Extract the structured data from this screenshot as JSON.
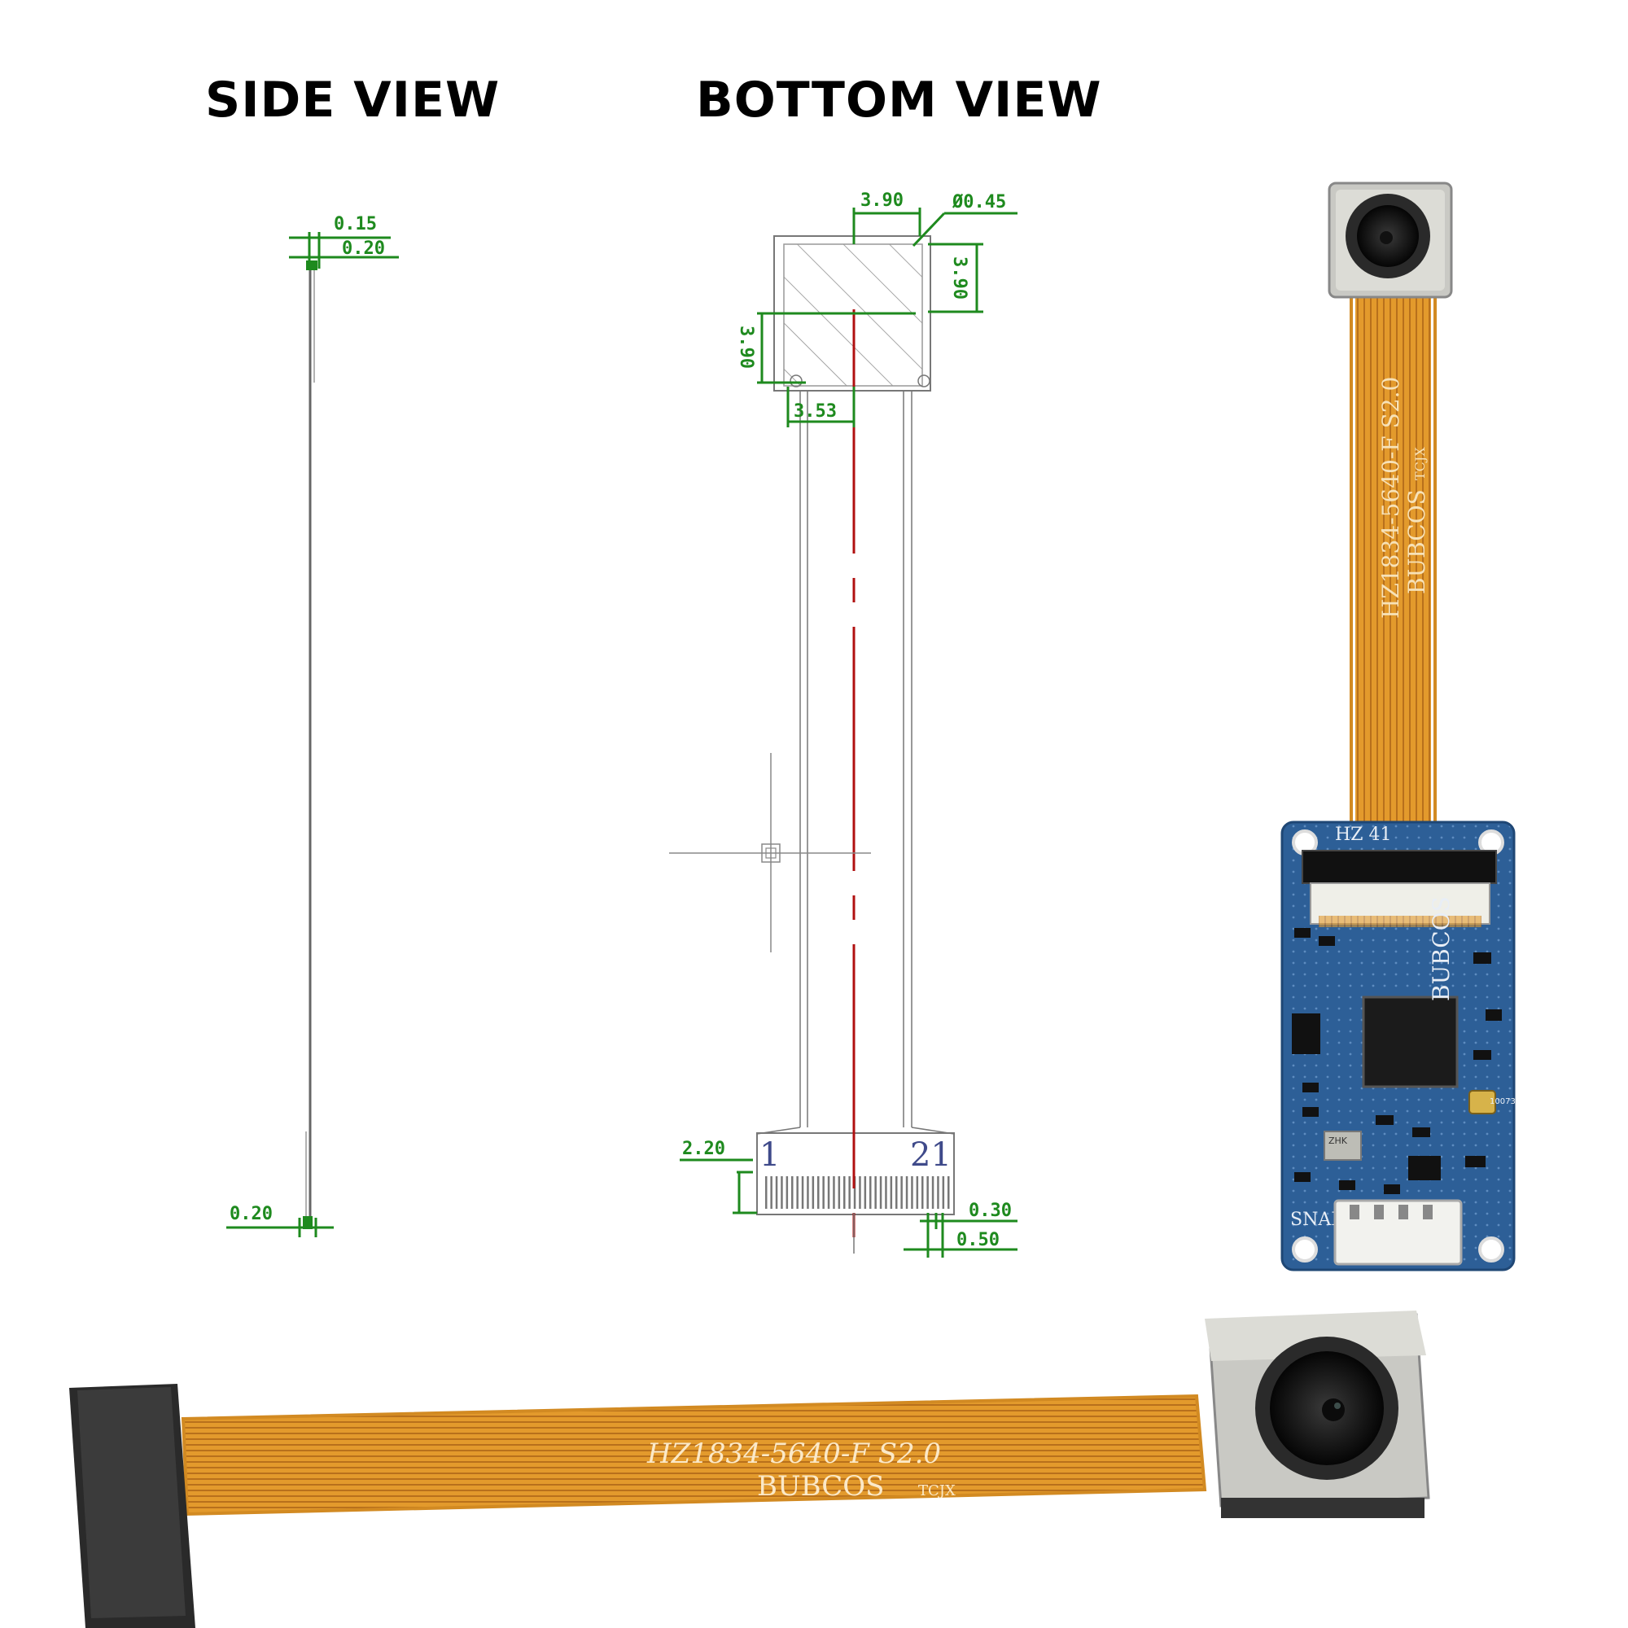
{
  "titles": {
    "side_view": "SIDE VIEW",
    "bottom_view": "BOTTOM VIEW"
  },
  "side_dims": {
    "d1": "0.15",
    "d2": "0.20",
    "d3": "0.20"
  },
  "bottom_dims": {
    "w": "3.90",
    "dia": "Ø0.45",
    "h_right": "3.90",
    "h_left": "3.90",
    "offset": "3.53",
    "conn": "2.20",
    "pitch1": "0.30",
    "pitch2": "0.50"
  },
  "connector_labels": {
    "first": "1",
    "last": "21"
  },
  "fpc_text": {
    "line1": "HZ1834-5640-F S2.0",
    "line2": "BUBCOS",
    "tag": "TCJX"
  },
  "board_text": {
    "top": "HZ  41",
    "brand": "BUBCOS",
    "snap": "SNAP",
    "crystal": "ZHK",
    "mic": "10073"
  },
  "colors": {
    "dimension": "#1e8a1e",
    "centerline": "#b01010",
    "fpc": "#e39a2c",
    "pcb": "#2d5f97",
    "shield": "#c9c9c4"
  }
}
